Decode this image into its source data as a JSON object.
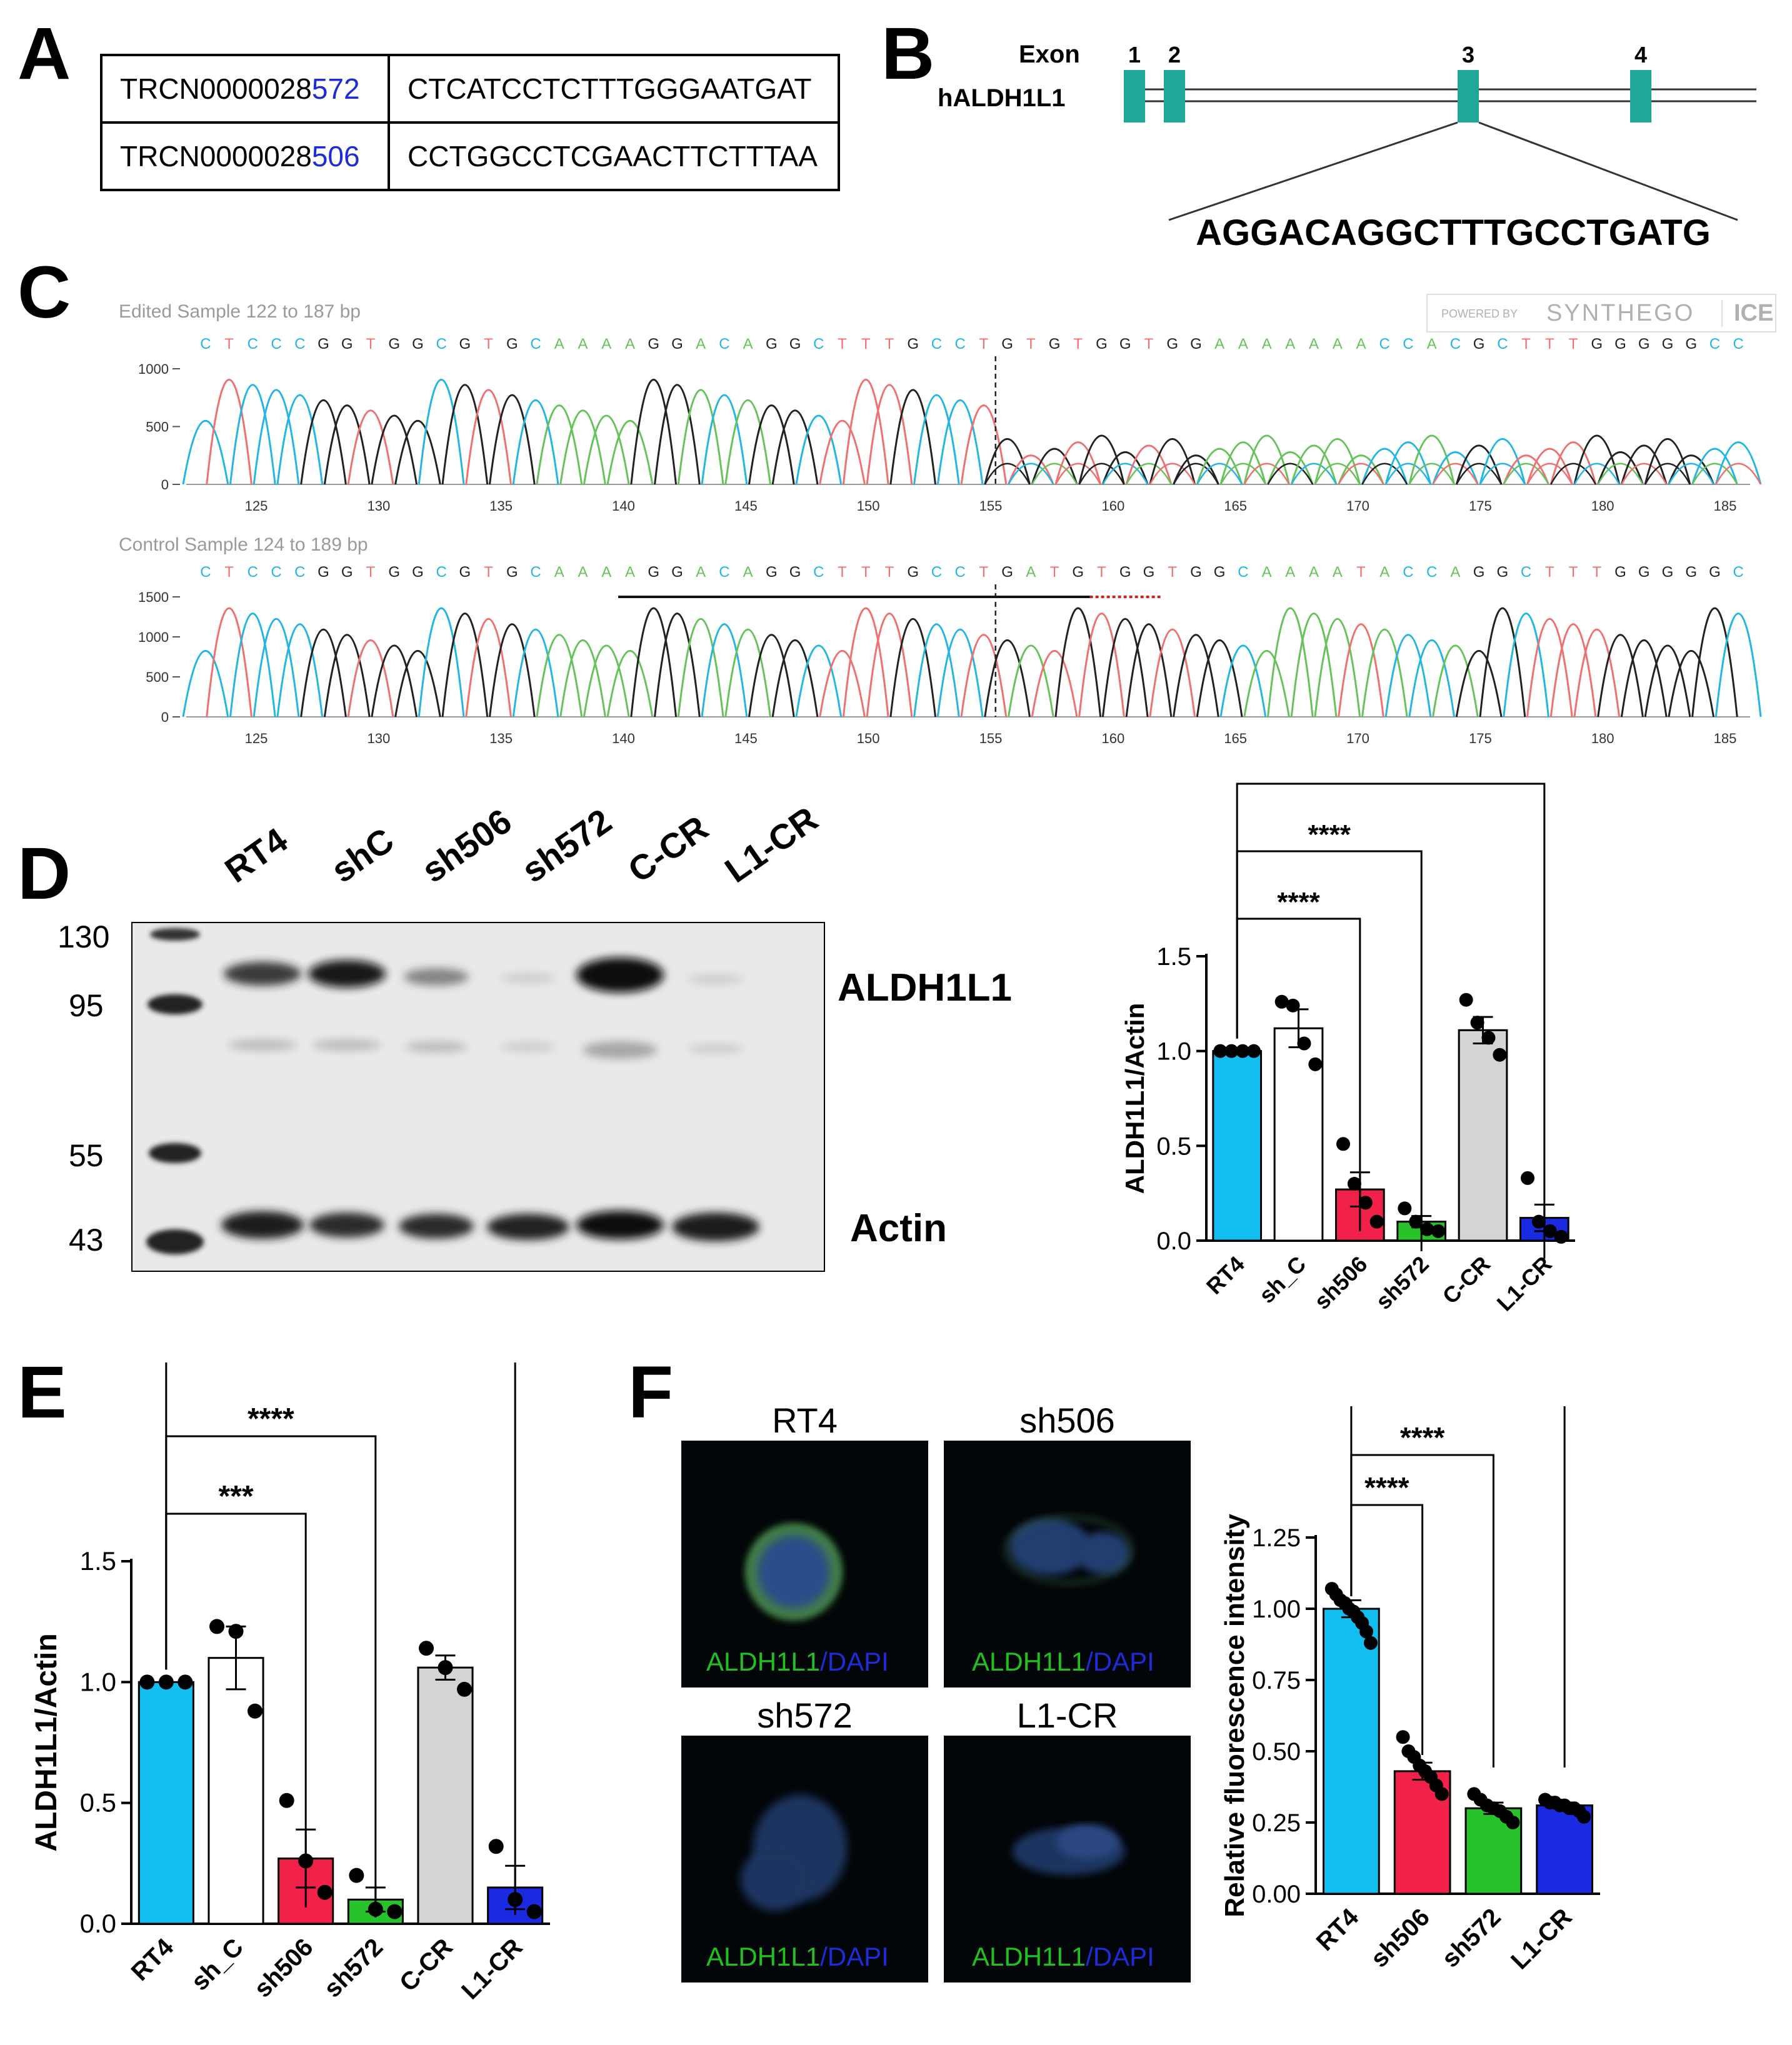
{
  "panels": {
    "A": "A",
    "B": "B",
    "C": "C",
    "D": "D",
    "E": "E",
    "F": "F"
  },
  "panelA": {
    "rows": [
      {
        "id_prefix": "TRCN0000028",
        "id_suffix": "572",
        "sequence": "CTCATCCTCTTTGGGAATGAT"
      },
      {
        "id_prefix": "TRCN0000028",
        "id_suffix": "506",
        "sequence": "CCTGGCCTCGAACTTCTTTAA"
      }
    ],
    "suffix_color": "#1d2bd8"
  },
  "panelB": {
    "exon_title": "Exon",
    "gene": "hALDH1L1",
    "exons": [
      "1",
      "2",
      "3",
      "4"
    ],
    "guide": "AGGACAGGCTTTGCCTGATG",
    "exon_color": "#1fa79a"
  },
  "panelC": {
    "logo_small": "POWERED BY",
    "logo_brand": "SYNTHEGO",
    "logo_ice": "ICE",
    "edited": {
      "title": "Edited Sample 122 to 187 bp",
      "sequence": "CTCCCGGTGGCGTGCAAAAGGACAGGCTTTGCCTGTGTGGTGGAAAAAAACCACGCTTTGGGGGCC",
      "yticks": [
        "1000",
        "500",
        "0"
      ],
      "xticks": [
        "125",
        "130",
        "135",
        "140",
        "145",
        "150",
        "155",
        "160",
        "165",
        "170",
        "175",
        "180",
        "185"
      ]
    },
    "control": {
      "title": "Control Sample 124 to 189 bp",
      "sequence": "CTCCCGGTGGCGTGCAAAAGGACAGGCTTTGCCTGATGTGGTGGCAAAATACCAGGCTTTGGGGGC",
      "yticks": [
        "1500",
        "1000",
        "500",
        "0"
      ],
      "xticks": [
        "125",
        "130",
        "135",
        "140",
        "145",
        "150",
        "155",
        "160",
        "165",
        "170",
        "175",
        "180",
        "185"
      ]
    },
    "base_colors": {
      "A": "#66c35a",
      "C": "#22b5e6",
      "G": "#222222",
      "T": "#f07070"
    }
  },
  "panelD": {
    "lanes": [
      "RT4",
      "shC",
      "sh506",
      "sh572",
      "C-CR",
      "L1-CR"
    ],
    "markers": [
      "130",
      "95",
      "55",
      "43"
    ],
    "band_labels": {
      "top": "ALDH1L1",
      "bottom": "Actin"
    }
  },
  "chart_data": [
    {
      "id": "panelD-chart",
      "type": "bar",
      "categories": [
        "RT4",
        "sh_C",
        "sh506",
        "sh572",
        "C-CR",
        "L1-CR"
      ],
      "values": [
        1.0,
        1.12,
        0.27,
        0.1,
        1.11,
        0.12
      ],
      "errors": [
        0.0,
        0.1,
        0.09,
        0.03,
        0.07,
        0.07
      ],
      "points": [
        [
          1.0,
          1.0,
          1.0,
          1.0
        ],
        [
          1.26,
          1.24,
          1.04,
          0.93
        ],
        [
          0.51,
          0.3,
          0.2,
          0.1
        ],
        [
          0.17,
          0.1,
          0.06,
          0.05
        ],
        [
          1.27,
          1.15,
          1.07,
          0.98
        ],
        [
          0.33,
          0.1,
          0.05,
          0.02
        ]
      ],
      "colors": [
        "#12bdf0",
        "#ffffff",
        "#f2214a",
        "#26c42a",
        "#d4d4d4",
        "#1a2ae0"
      ],
      "ylabel": "ALDH1L1/Actin",
      "ylim": [
        0,
        1.5
      ],
      "yticks": [
        "0.0",
        "0.5",
        "1.0",
        "1.5"
      ],
      "significance": [
        {
          "to": 2,
          "label": "****"
        },
        {
          "to": 3,
          "label": "****"
        },
        {
          "to": 5,
          "label": "****"
        }
      ]
    },
    {
      "id": "panelE-chart",
      "type": "bar",
      "categories": [
        "RT4",
        "sh_C",
        "sh506",
        "sh572",
        "C-CR",
        "L1-CR"
      ],
      "values": [
        1.0,
        1.1,
        0.27,
        0.1,
        1.06,
        0.15
      ],
      "errors": [
        0.0,
        0.13,
        0.12,
        0.05,
        0.05,
        0.09
      ],
      "points": [
        [
          1.0,
          1.0,
          1.0
        ],
        [
          1.23,
          1.21,
          0.88
        ],
        [
          0.51,
          0.26,
          0.13
        ],
        [
          0.2,
          0.06,
          0.05
        ],
        [
          1.14,
          1.06,
          0.97
        ],
        [
          0.32,
          0.1,
          0.05
        ]
      ],
      "colors": [
        "#12bdf0",
        "#ffffff",
        "#f2214a",
        "#26c42a",
        "#d4d4d4",
        "#1a2ae0"
      ],
      "ylabel": "ALDH1L1/Actin",
      "ylim": [
        0,
        1.5
      ],
      "yticks": [
        "0.0",
        "0.5",
        "1.0",
        "1.5"
      ],
      "significance": [
        {
          "to": 2,
          "label": "***"
        },
        {
          "to": 3,
          "label": "****"
        },
        {
          "to": 5,
          "label": "***"
        }
      ]
    },
    {
      "id": "panelF-chart",
      "type": "bar",
      "categories": [
        "RT4",
        "sh506",
        "sh572",
        "L1-CR"
      ],
      "values": [
        1.0,
        0.43,
        0.3,
        0.31
      ],
      "errors": [
        0.03,
        0.03,
        0.02,
        0.01
      ],
      "points": [
        [
          1.07,
          1.05,
          1.03,
          1.02,
          1.0,
          0.99,
          0.97,
          0.95,
          0.92,
          0.88
        ],
        [
          0.55,
          0.5,
          0.48,
          0.45,
          0.43,
          0.41,
          0.38,
          0.35
        ],
        [
          0.35,
          0.33,
          0.31,
          0.3,
          0.29,
          0.27,
          0.25
        ],
        [
          0.33,
          0.32,
          0.32,
          0.31,
          0.31,
          0.3,
          0.3,
          0.29,
          0.27
        ]
      ],
      "colors": [
        "#12bdf0",
        "#f2214a",
        "#26c42a",
        "#1a2ae0"
      ],
      "ylabel": "Relative fluorescence intensity",
      "ylim": [
        0,
        1.25
      ],
      "yticks": [
        "0.00",
        "0.25",
        "0.50",
        "0.75",
        "1.00",
        "1.25"
      ],
      "significance": [
        {
          "to": 1,
          "label": "****"
        },
        {
          "to": 2,
          "label": "****"
        },
        {
          "to": 3,
          "label": "****"
        }
      ]
    }
  ],
  "panelF": {
    "images": [
      {
        "title": "RT4"
      },
      {
        "title": "sh506"
      },
      {
        "title": "sh572"
      },
      {
        "title": "L1-CR"
      }
    ],
    "stain_green": "ALDH1L1",
    "stain_sep": "/",
    "stain_blue": "DAPI"
  }
}
